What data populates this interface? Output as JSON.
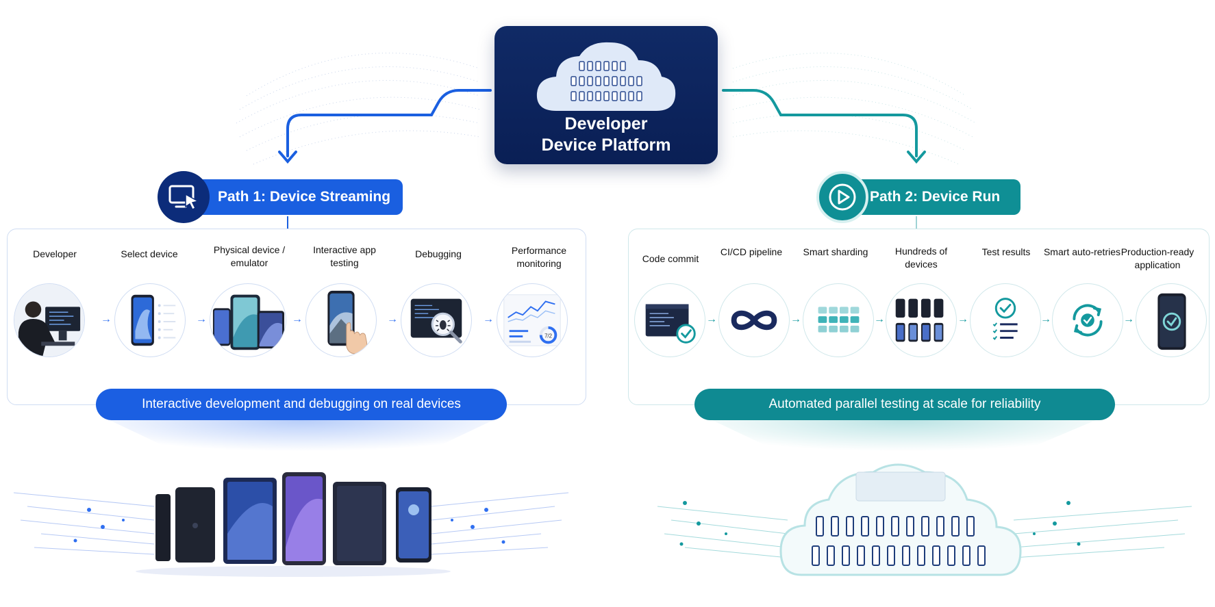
{
  "platform": {
    "title_line1": "Developer",
    "title_line2": "Device Platform"
  },
  "path1": {
    "label": "Path 1: Device Streaming",
    "steps": [
      {
        "label": "Developer",
        "icon": "developer-at-workstation"
      },
      {
        "label": "Select device",
        "icon": "phone-device-list"
      },
      {
        "label": "Physical device / emulator",
        "icon": "device-lineup"
      },
      {
        "label": "Interactive app testing",
        "icon": "hand-touching-phone"
      },
      {
        "label": "Debugging",
        "icon": "bug-magnifier"
      },
      {
        "label": "Performance monitoring",
        "icon": "dashboard-charts"
      }
    ],
    "banner": "Interactive development and debugging on real devices"
  },
  "path2": {
    "label": "Path 2: Device Run",
    "steps": [
      {
        "label": "Code commit",
        "icon": "code-window-check"
      },
      {
        "label": "CI/CD pipeline",
        "icon": "infinity-loop"
      },
      {
        "label": "Smart sharding",
        "icon": "shard-grid"
      },
      {
        "label": "Hundreds of devices",
        "icon": "device-grid"
      },
      {
        "label": "Test results",
        "icon": "checklist"
      },
      {
        "label": "Smart auto-retries",
        "icon": "retry-check"
      },
      {
        "label": "Production-ready application",
        "icon": "phone-check"
      }
    ],
    "banner": "Automated parallel testing at scale for reliability"
  },
  "gauge_text": "7/2",
  "colors": {
    "navy": "#0a1f55",
    "blue": "#1a5fe0",
    "teal": "#0f8f95"
  }
}
